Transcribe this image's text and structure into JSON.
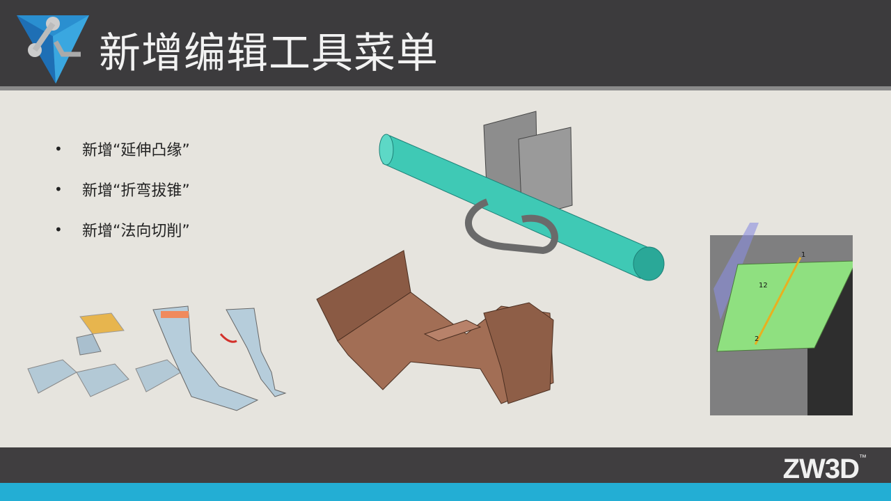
{
  "slide": {
    "title": "新增编辑工具菜单",
    "bullets": [
      {
        "label": "新增“延伸凸缘”"
      },
      {
        "label": "新增“折弯拔锥”"
      },
      {
        "label": "新增“法向切削”"
      }
    ],
    "bullet_glyph": "•"
  },
  "figure_labels": {
    "edge1": "1",
    "edge12": "12",
    "edge2": "2"
  },
  "brand": {
    "name": "ZW3D",
    "tm": "™"
  },
  "colors": {
    "header": "#3c3b3d",
    "footer": "#403e40",
    "accent": "#23aed4",
    "background": "#e6e4de"
  }
}
